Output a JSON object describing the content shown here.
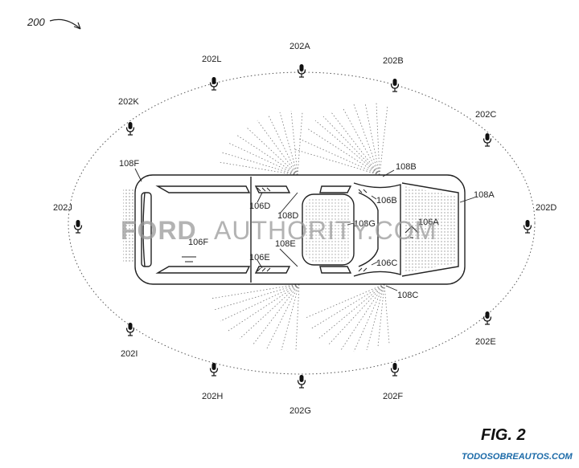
{
  "figure_ref": "200",
  "figure_label": "FIG. 2",
  "watermark": {
    "brand": "FORD",
    "rest": "AUTHORITY.COM"
  },
  "credit": "TODOSOBREAUTOS.COM",
  "microphones": [
    {
      "id": "202A",
      "label": "202A"
    },
    {
      "id": "202B",
      "label": "202B"
    },
    {
      "id": "202C",
      "label": "202C"
    },
    {
      "id": "202D",
      "label": "202D"
    },
    {
      "id": "202E",
      "label": "202E"
    },
    {
      "id": "202F",
      "label": "202F"
    },
    {
      "id": "202G",
      "label": "202G"
    },
    {
      "id": "202H",
      "label": "202H"
    },
    {
      "id": "202I",
      "label": "202I"
    },
    {
      "id": "202J",
      "label": "202J"
    },
    {
      "id": "202K",
      "label": "202K"
    },
    {
      "id": "202L",
      "label": "202L"
    }
  ],
  "vehicle_labels": {
    "l108A": "108A",
    "l108B": "108B",
    "l108C": "108C",
    "l108D": "108D",
    "l108E": "108E",
    "l108F": "108F",
    "l106A": "106A",
    "l106B": "106B",
    "l106C": "106C",
    "l106D": "106D",
    "l106E": "106E",
    "l106F": "106F",
    "l108G": "108G"
  }
}
